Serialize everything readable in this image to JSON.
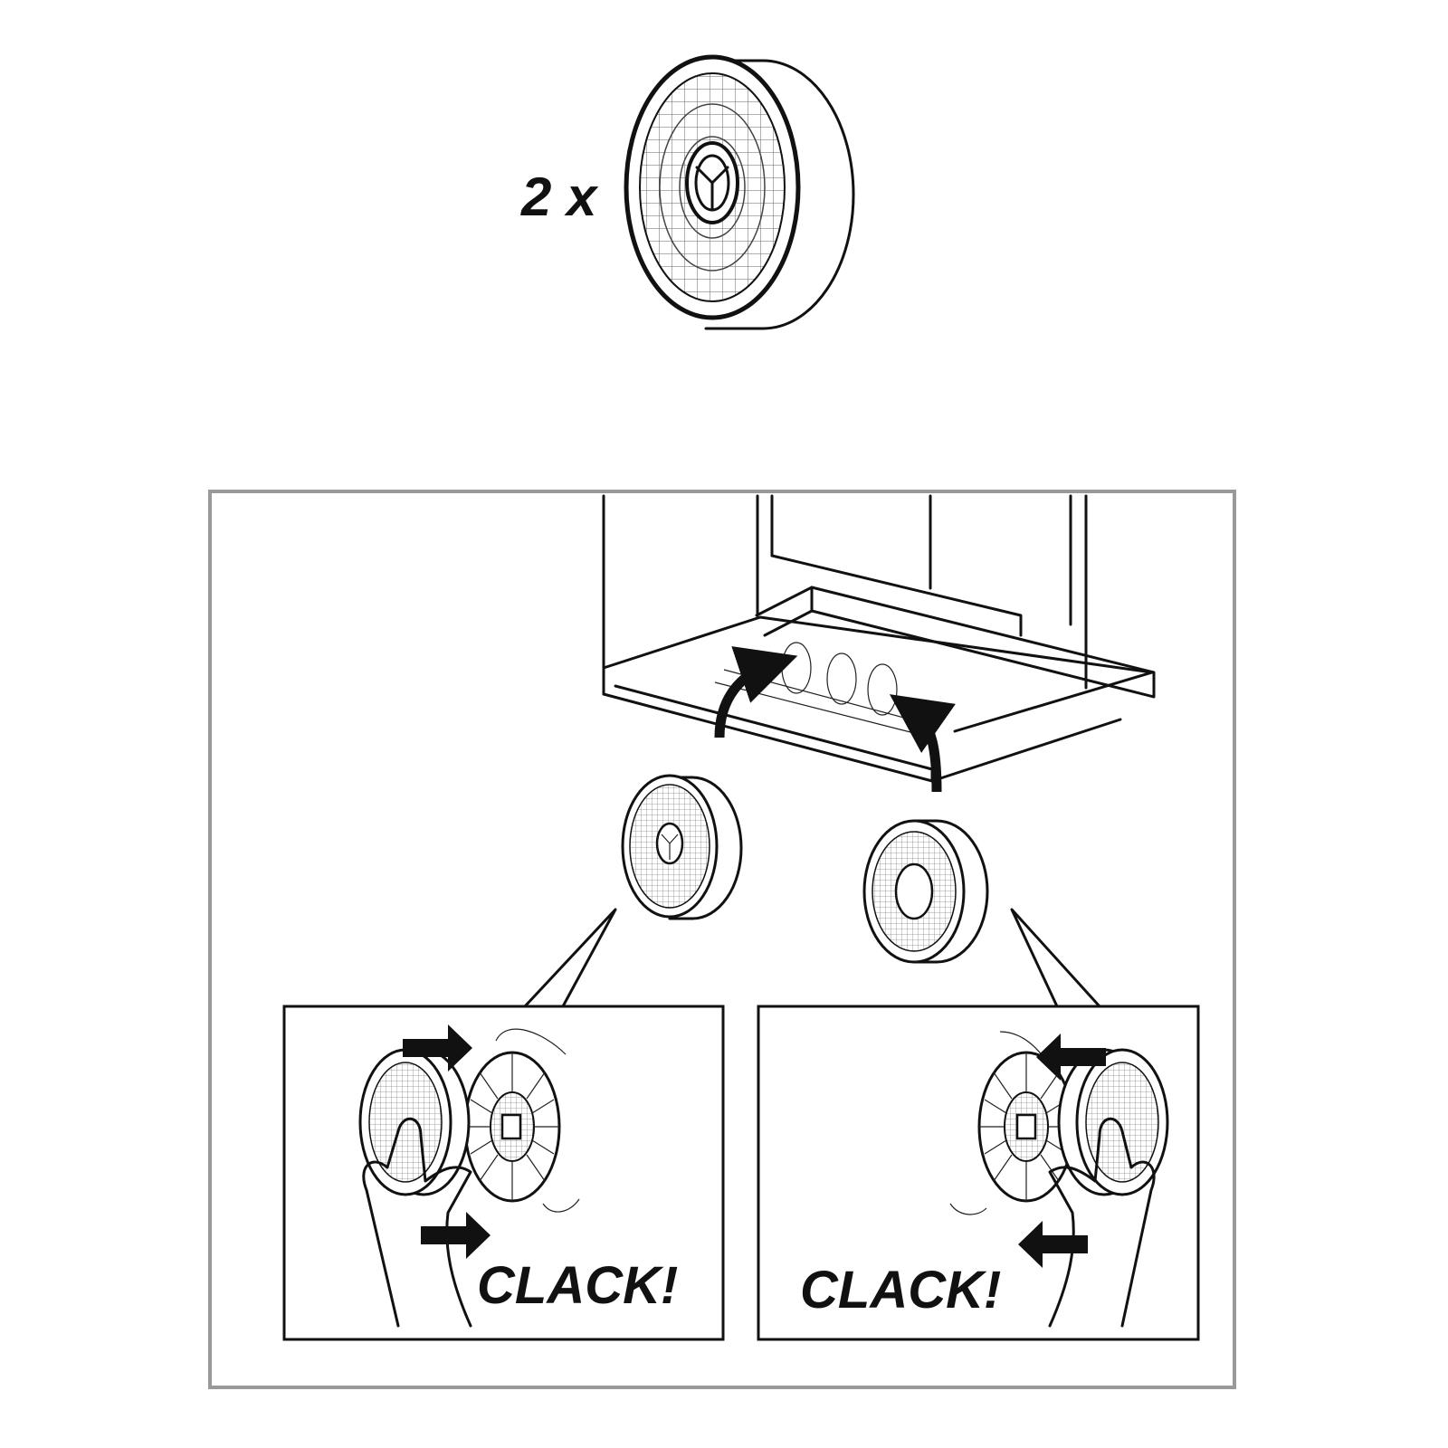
{
  "quantity_label": "2 x",
  "callouts": [
    {
      "sound_label": "CLACK!"
    },
    {
      "sound_label": "CLACK!"
    }
  ]
}
